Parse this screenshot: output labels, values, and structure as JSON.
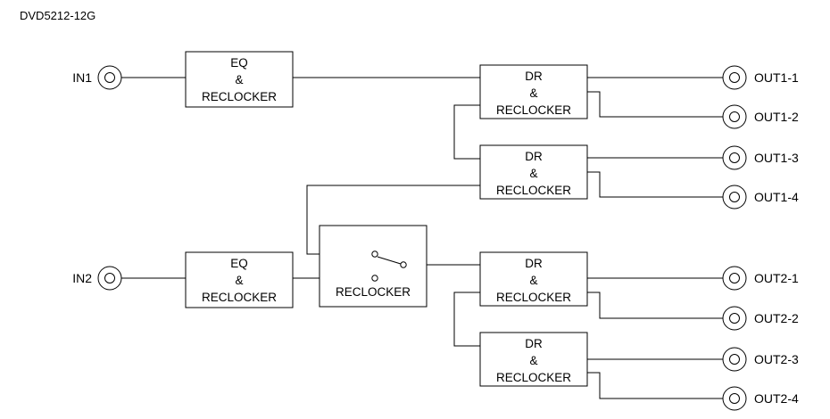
{
  "title": "DVD5212-12G",
  "inputs": [
    {
      "label": "IN1"
    },
    {
      "label": "IN2"
    }
  ],
  "outputs": [
    {
      "label": "OUT1-1"
    },
    {
      "label": "OUT1-2"
    },
    {
      "label": "OUT1-3"
    },
    {
      "label": "OUT1-4"
    },
    {
      "label": "OUT2-1"
    },
    {
      "label": "OUT2-2"
    },
    {
      "label": "OUT2-3"
    },
    {
      "label": "OUT2-4"
    }
  ],
  "eq_blocks": [
    {
      "line1": "EQ",
      "line2": "&",
      "line3": "RECLOCKER"
    },
    {
      "line1": "EQ",
      "line2": "&",
      "line3": "RECLOCKER"
    }
  ],
  "switch_block": {
    "label": "RECLOCKER"
  },
  "dr_blocks": [
    {
      "line1": "DR",
      "line2": "&",
      "line3": "RECLOCKER"
    },
    {
      "line1": "DR",
      "line2": "&",
      "line3": "RECLOCKER"
    },
    {
      "line1": "DR",
      "line2": "&",
      "line3": "RECLOCKER"
    },
    {
      "line1": "DR",
      "line2": "&",
      "line3": "RECLOCKER"
    }
  ]
}
